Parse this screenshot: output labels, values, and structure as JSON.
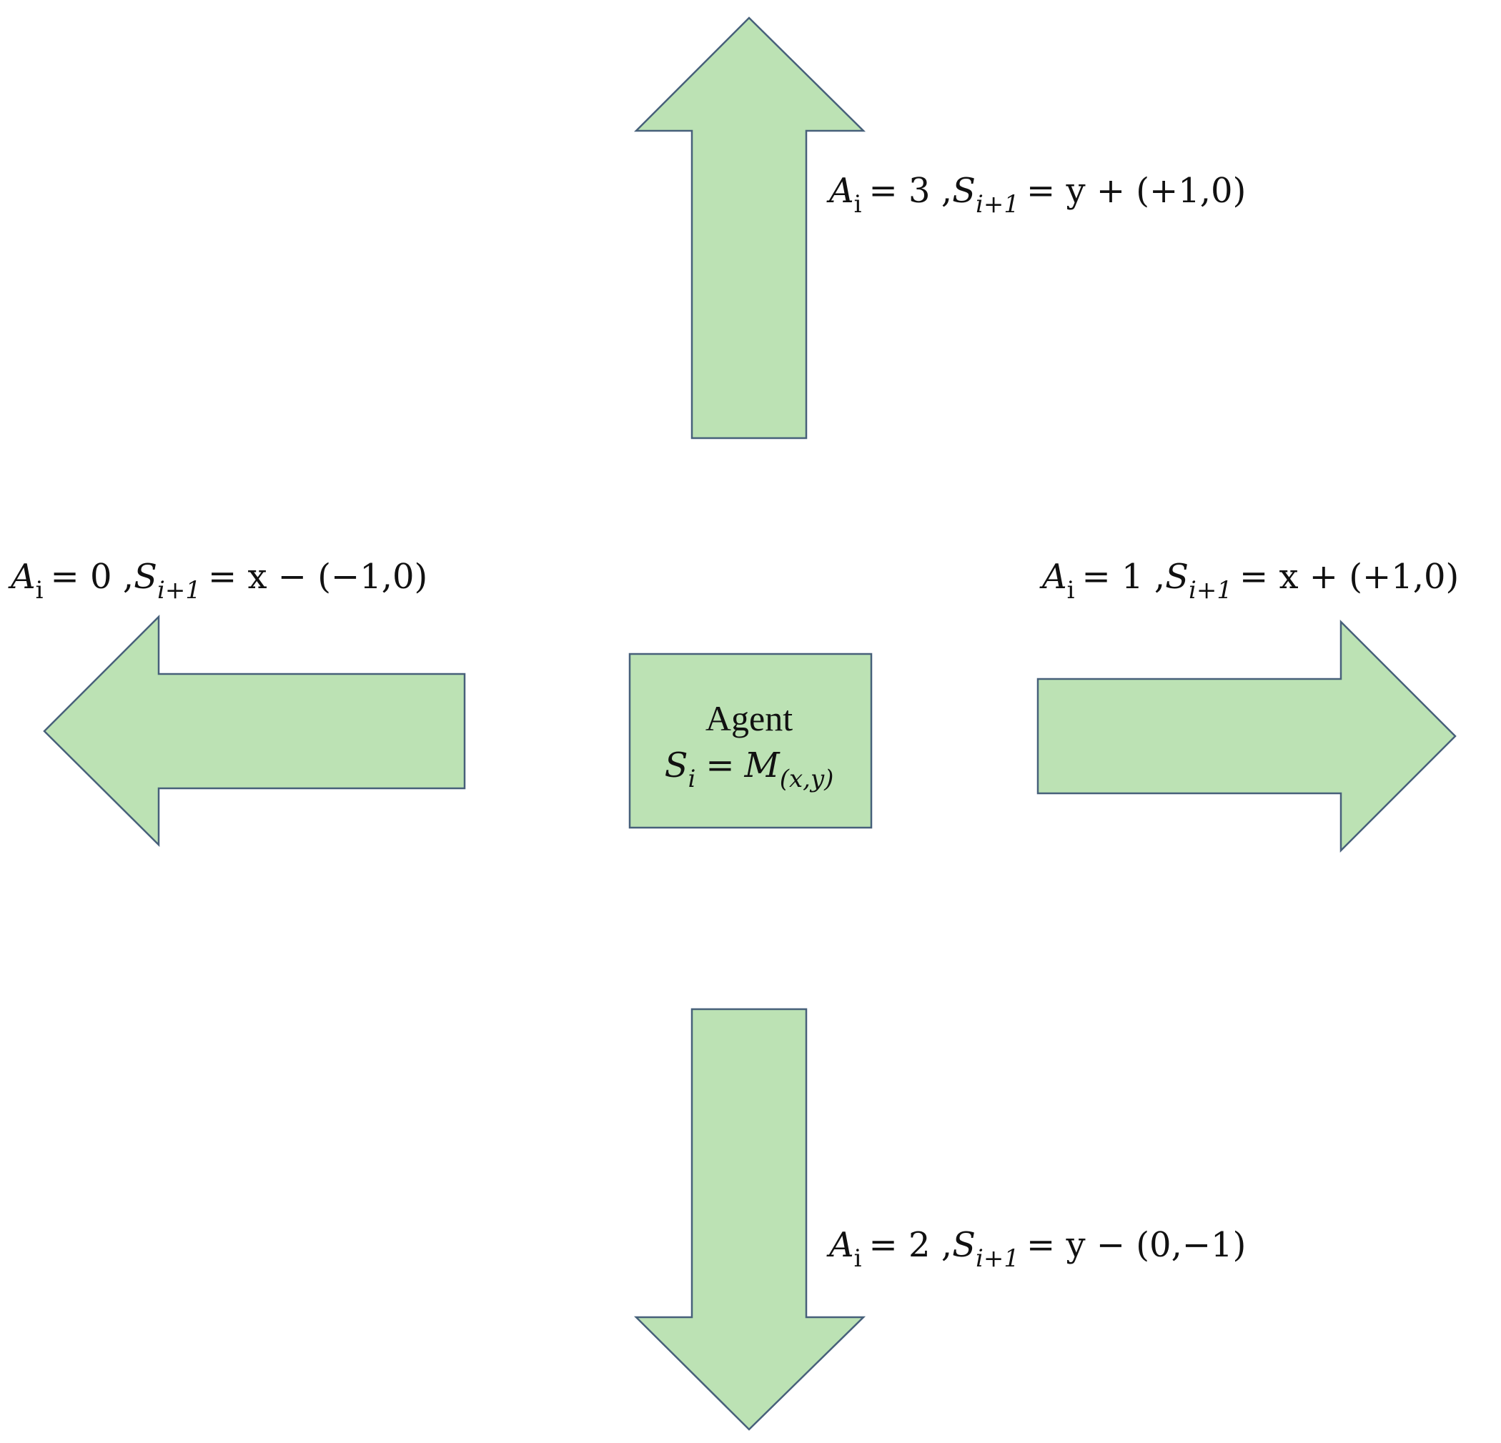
{
  "agent": {
    "title": "Agent",
    "state_symbol": "S",
    "state_sub": "i",
    "equals": "=",
    "map_symbol": "M",
    "map_sub": "(x,y)"
  },
  "actions": [
    {
      "direction": "up",
      "a_symbol": "A",
      "a_sub": "i",
      "a_value": "= 3 ,",
      "s_symbol": "S",
      "s_sub": "i+1",
      "rhs": "= y + (+1,0)"
    },
    {
      "direction": "left",
      "a_symbol": "A",
      "a_sub": "i",
      "a_value": "= 0 ,",
      "s_symbol": "S",
      "s_sub": "i+1",
      "rhs": "= x − (−1,0)"
    },
    {
      "direction": "right",
      "a_symbol": "A",
      "a_sub": "i",
      "a_value": "= 1 ,",
      "s_symbol": "S",
      "s_sub": "i+1",
      "rhs": "= x + (+1,0)"
    },
    {
      "direction": "down",
      "a_symbol": "A",
      "a_sub": "i",
      "a_value": "= 2 ,",
      "s_symbol": "S",
      "s_sub": "i+1",
      "rhs": "= y − (0,−1)"
    }
  ],
  "colors": {
    "shape_fill": "#bce2b4",
    "shape_stroke": "#47607a",
    "text": "#111111"
  }
}
